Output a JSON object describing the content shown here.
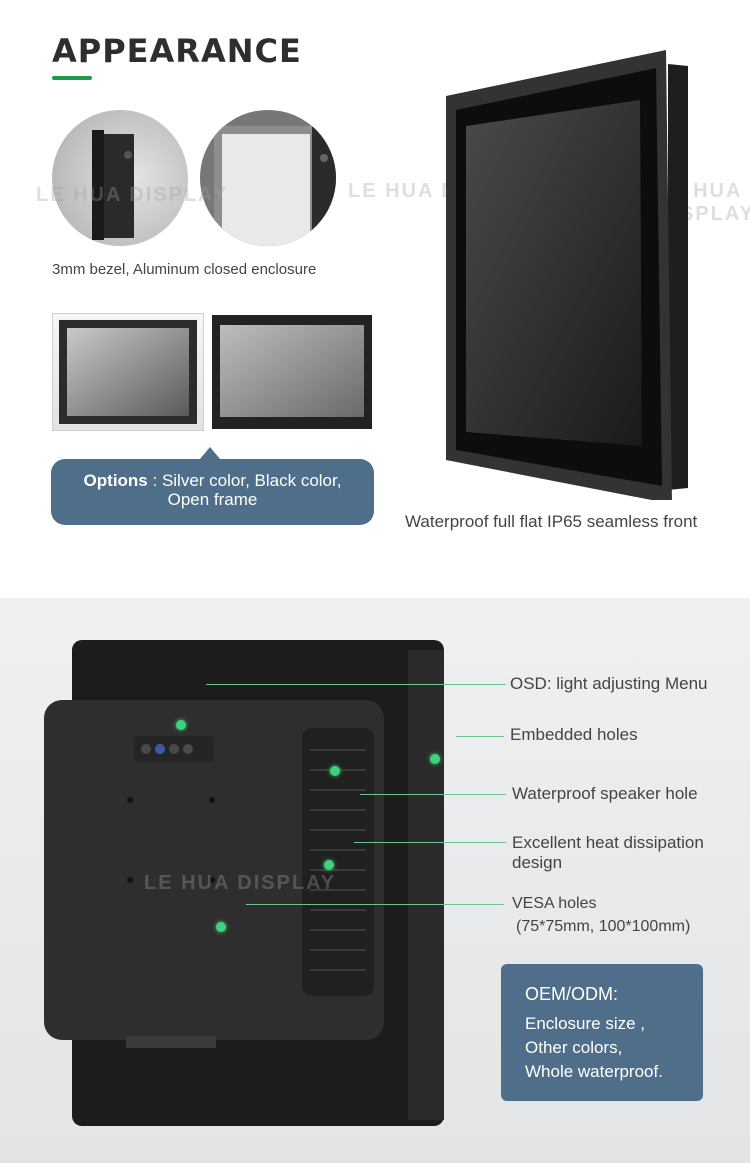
{
  "header": {
    "title": "APPEARANCE"
  },
  "watermark": "LE HUA DISPLAY",
  "bezel": {
    "caption": "3mm bezel, Aluminum closed enclosure"
  },
  "options": {
    "label": "Options",
    "separator": " : ",
    "line1": "Silver color, Black color,",
    "line2": "Open frame"
  },
  "front": {
    "caption": "Waterproof full flat IP65 seamless front"
  },
  "callouts": {
    "osd": "OSD: light adjusting Menu",
    "embedded": "Embedded holes",
    "speaker": "Waterproof speaker hole",
    "heat_line1": "Excellent heat dissipation",
    "heat_line2": "design",
    "vesa_line1": "VESA holes",
    "vesa_line2": "(75*75mm, 100*100mm)"
  },
  "oem": {
    "title": "OEM/ODM:",
    "items": [
      "Enclosure size ,",
      "Other colors,",
      "Whole waterproof."
    ]
  },
  "colors": {
    "accent_green": "#1f9a4a",
    "box_blue": "#4f6e89",
    "callout_green": "#3fd27a"
  }
}
